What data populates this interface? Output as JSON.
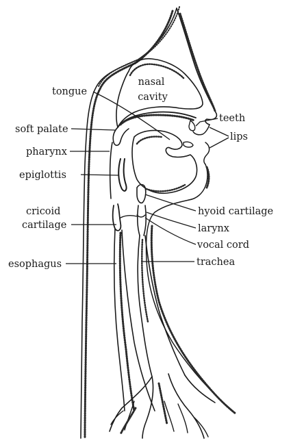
{
  "labels": {
    "nasal_cavity_1": "nasal",
    "nasal_cavity_2": "cavity",
    "tongue": "tongue",
    "teeth": "teeth",
    "lips": "lips",
    "soft_palate": "soft palate",
    "pharynx": "pharynx",
    "epiglottis": "epiglottis",
    "cricoid_cartilage_1": "cricoid",
    "cricoid_cartilage_2": "cartilage",
    "esophagus": "esophagus",
    "hyoid_cartilage": "hyoid cartilage",
    "larynx": "larynx",
    "vocal_cord": "vocal cord",
    "trachea": "trachea"
  }
}
